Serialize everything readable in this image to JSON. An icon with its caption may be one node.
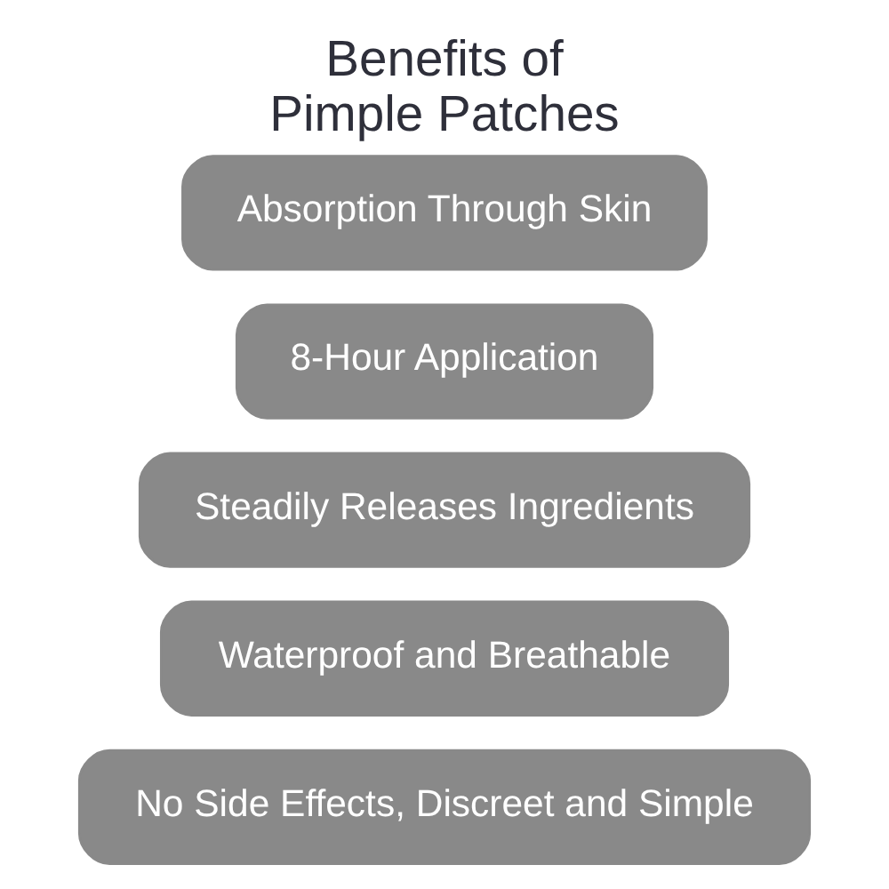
{
  "diagram": {
    "title": "Benefits of Pimple Patches",
    "nodes": [
      {
        "text": [
          "Absorption Through Skin"
        ]
      },
      {
        "text": [
          "8-Hour Application"
        ]
      },
      {
        "text": [
          "Steadily Releases Ingredients"
        ]
      },
      {
        "text": [
          "Waterproof and Breathable"
        ]
      },
      {
        "text": [
          "No Side Effects, Discreet and Simple"
        ]
      }
    ]
  }
}
